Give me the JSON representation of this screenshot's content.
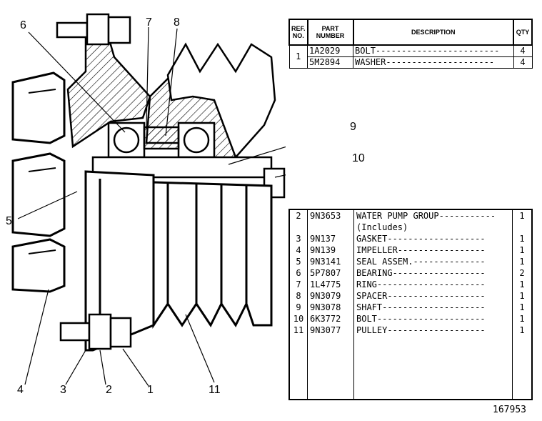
{
  "callouts": {
    "c1": "1",
    "c2": "2",
    "c3": "3",
    "c4": "4",
    "c5": "5",
    "c6": "6",
    "c7": "7",
    "c8": "8",
    "c9": "9",
    "c10": "10",
    "c11": "11"
  },
  "top_table": {
    "headers": {
      "ref": "REF. NO.",
      "part": "PART NUMBER",
      "description": "DESCRIPTION",
      "qty": "QTY"
    },
    "rows": [
      {
        "ref": "1",
        "part": "1A2029",
        "description": "BOLT------------------------",
        "qty": "4"
      },
      {
        "ref": "",
        "part": "5M2894",
        "description": "WASHER---------------------",
        "qty": "4"
      }
    ]
  },
  "parts_list": [
    {
      "ref": "2",
      "part": "9N3653",
      "description": "WATER PUMP GROUP-----------",
      "qty": "1"
    },
    {
      "ref": "",
      "part": "",
      "description": "(Includes)",
      "qty": ""
    },
    {
      "ref": "3",
      "part": "9N137",
      "description": "GASKET-------------------",
      "qty": "1"
    },
    {
      "ref": "4",
      "part": "9N139",
      "description": "IMPELLER-----------------",
      "qty": "1"
    },
    {
      "ref": "5",
      "part": "9N3141",
      "description": "SEAL ASSEM.--------------",
      "qty": "1"
    },
    {
      "ref": "6",
      "part": "5P7807",
      "description": "BEARING------------------",
      "qty": "2"
    },
    {
      "ref": "7",
      "part": "1L4775",
      "description": "RING---------------------",
      "qty": "1"
    },
    {
      "ref": "8",
      "part": "9N3079",
      "description": "SPACER-------------------",
      "qty": "1"
    },
    {
      "ref": "9",
      "part": "9N3078",
      "description": "SHAFT--------------------",
      "qty": "1"
    },
    {
      "ref": "10",
      "part": "6K3772",
      "description": "BOLT---------------------",
      "qty": "1"
    },
    {
      "ref": "11",
      "part": "9N3077",
      "description": "PULLEY-------------------",
      "qty": "1"
    }
  ],
  "footer_id": "167953"
}
